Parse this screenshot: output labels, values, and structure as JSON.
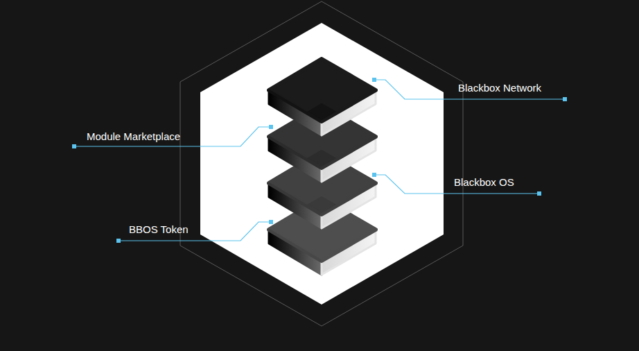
{
  "diagram": {
    "labels": [
      "Blackbox Network",
      "Module Marketplace",
      "Blackbox OS",
      "BBOS Token"
    ]
  }
}
